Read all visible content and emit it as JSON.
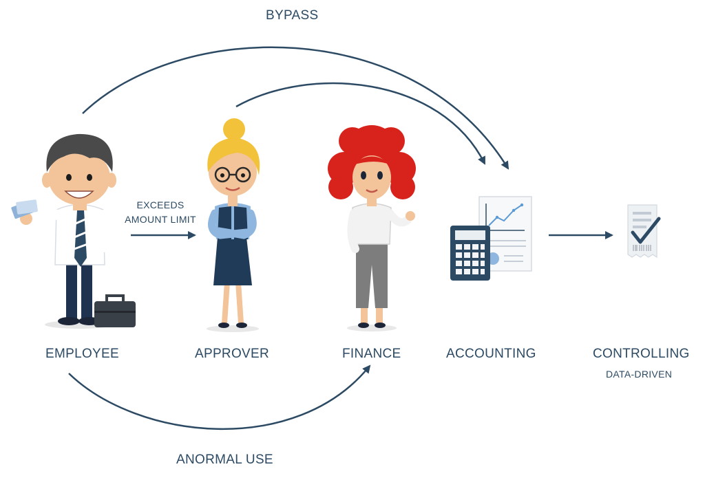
{
  "labels": {
    "bypass": "BYPASS",
    "exceeds_line1": "EXCEEDS",
    "exceeds_line2": "AMOUNT LIMIT",
    "anormal_use": "ANORMAL USE"
  },
  "nodes": {
    "employee": "EMPLOYEE",
    "approver": "APPROVER",
    "finance": "FINANCE",
    "accounting": "ACCOUNTING",
    "controlling": "CONTROLLING",
    "controlling_sub": "DATA-DRIVEN"
  },
  "colors": {
    "arrow": "#2c4a63",
    "text": "#2c4a63",
    "employee_shirt": "#ffffff",
    "approver_vest": "#1f3b57",
    "finance_hair": "#d8231c",
    "calculator": "#2c4a63"
  },
  "icons": [
    "employee-figure",
    "approver-figure",
    "finance-figure",
    "accounting-icon",
    "controlling-receipt-icon",
    "briefcase-icon",
    "credit-card-icon"
  ]
}
